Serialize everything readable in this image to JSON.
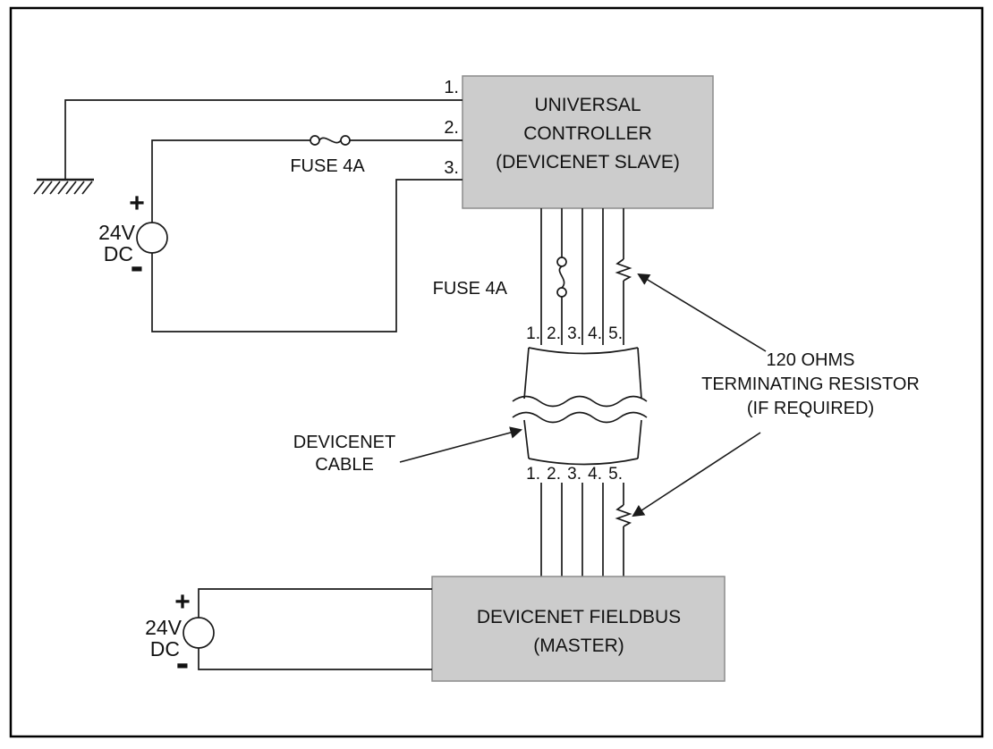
{
  "colors": {
    "background": "#ffffff",
    "line": "#1a1a1a",
    "box_fill": "#cccccc",
    "box_stroke": "#8c8c8c"
  },
  "controller_box": {
    "line1": "UNIVERSAL",
    "line2": "CONTROLLER",
    "line3": "(DEVICENET SLAVE)"
  },
  "fieldbus_box": {
    "line1": "DEVICENET FIELDBUS",
    "line2": "(MASTER)"
  },
  "left_terminals": [
    "1.",
    "2.",
    "3."
  ],
  "cable_terminals_top": [
    "1.",
    "2.",
    "3.",
    "4.",
    "5."
  ],
  "cable_terminals_bottom": [
    "1.",
    "2.",
    "3.",
    "4.",
    "5."
  ],
  "labels": {
    "fuse_top": "FUSE 4A",
    "fuse_mid": "FUSE 4A",
    "cable_line1": "DEVICENET",
    "cable_line2": "CABLE",
    "resistor_line1": "120 OHMS",
    "resistor_line2": "TERMINATING RESISTOR",
    "resistor_line3": "(IF REQUIRED)"
  },
  "power_supply_top": {
    "plus": "+",
    "minus": "-",
    "voltage": "24V",
    "type": "DC"
  },
  "power_supply_bottom": {
    "plus": "+",
    "minus": "-",
    "voltage": "24V",
    "type": "DC"
  }
}
